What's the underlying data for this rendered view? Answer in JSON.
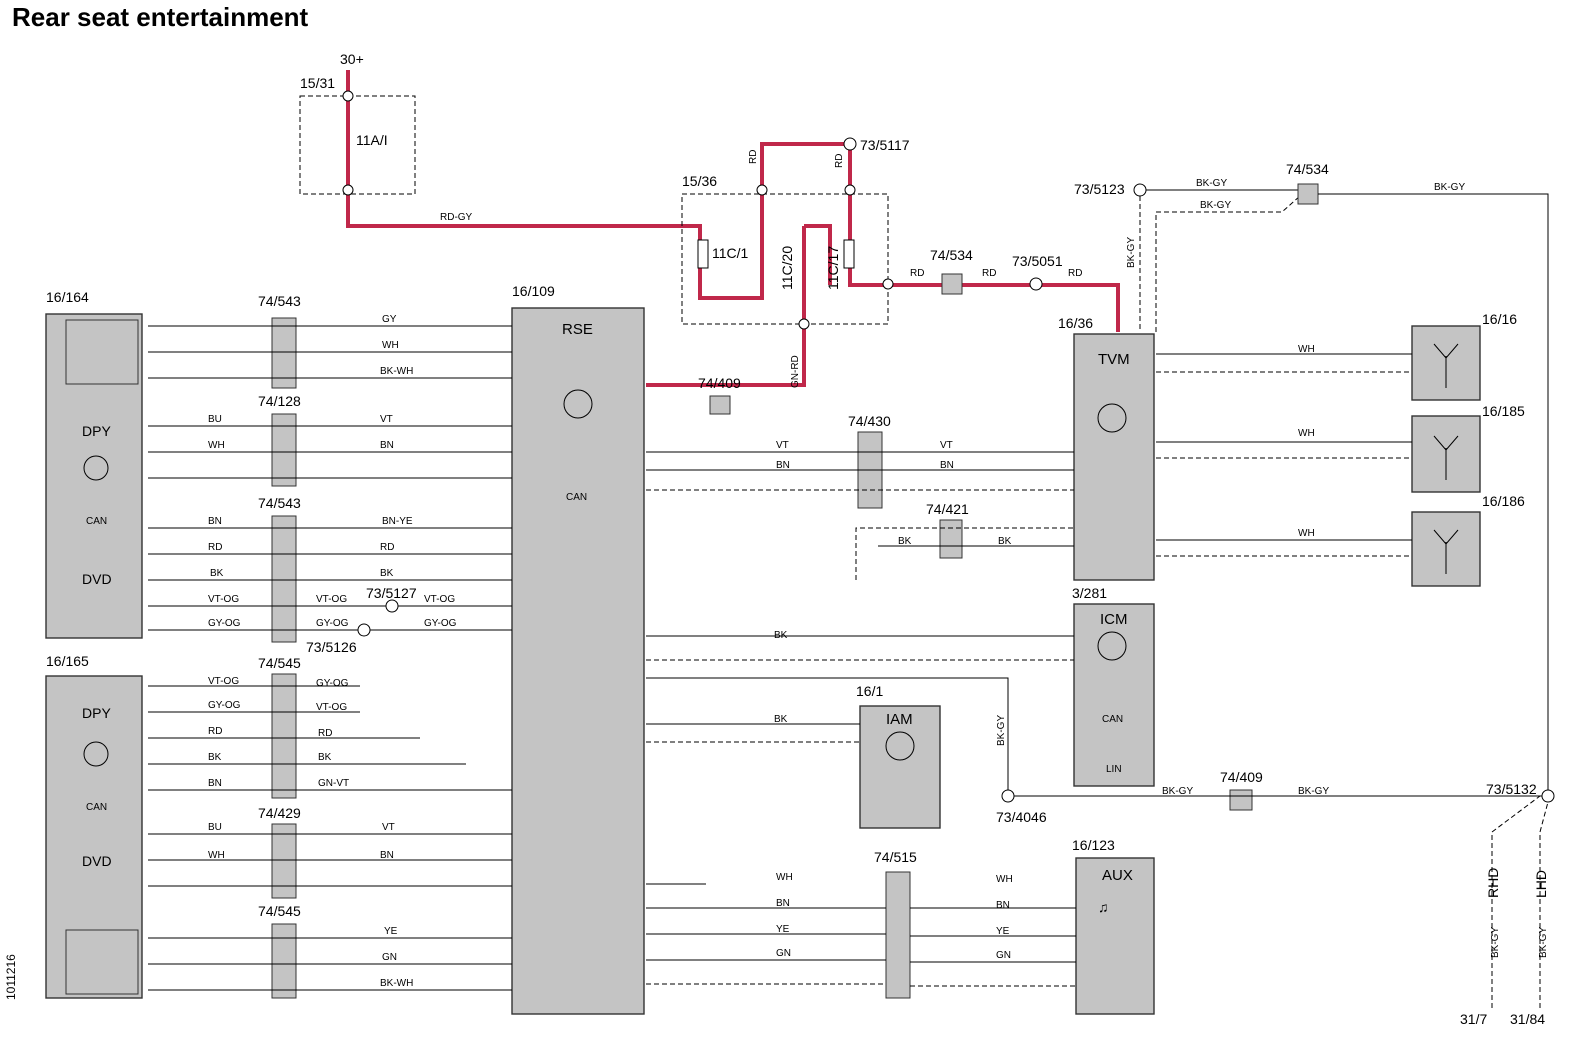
{
  "title": "Rear seat entertainment",
  "doc_number": "1011216",
  "power": {
    "supply": "30+",
    "fuse_box": "15/31",
    "fuse": "11A/I"
  },
  "relay_box": {
    "id": "15/36",
    "fuses": [
      "11C/1",
      "11C/20",
      "11C/17"
    ]
  },
  "connectors_top": {
    "c1": "73/5117",
    "c2": "74/534",
    "c3": "73/5051",
    "c4": "73/5123",
    "c5": "74/534",
    "c6": "74/409"
  },
  "modules": {
    "rse": {
      "id": "16/109",
      "name": "RSE",
      "can": "CAN"
    },
    "tvm": {
      "id": "16/36",
      "name": "TVM"
    },
    "icm": {
      "id": "3/281",
      "name": "ICM",
      "can": "CAN",
      "lin": "LIN"
    },
    "iam": {
      "id": "16/1",
      "name": "IAM"
    },
    "aux": {
      "id": "16/123",
      "name": "AUX"
    },
    "disp1": {
      "id": "16/164",
      "dpy": "DPY",
      "can": "CAN",
      "dvd": "DVD"
    },
    "disp2": {
      "id": "16/165",
      "dpy": "DPY",
      "can": "CAN",
      "dvd": "DVD"
    },
    "ant1": "16/16",
    "ant2": "16/185",
    "ant3": "16/186"
  },
  "conn_ids": {
    "k543a": "74/543",
    "k128": "74/128",
    "k543b": "74/543",
    "k5127": "73/5127",
    "k5126": "73/5126",
    "k545a": "74/545",
    "k429": "74/429",
    "k545b": "74/545",
    "k430": "74/430",
    "k421": "74/421",
    "k515": "74/515",
    "k409b": "74/409",
    "k4046": "73/4046",
    "k5132": "73/5132",
    "g317": "31/7",
    "g3184": "31/84"
  },
  "wire_colors": {
    "rdgy": "RD-GY",
    "gy": "GY",
    "wh": "WH",
    "bkwh": "BK-WH",
    "vt": "VT",
    "bn": "BN",
    "bu": "BU",
    "bnye": "BN-YE",
    "rd": "RD",
    "bk": "BK",
    "vtog": "VT-OG",
    "gyog": "GY-OG",
    "gnvt": "GN-VT",
    "ye": "YE",
    "gn": "GN",
    "bkgy": "BK-GY",
    "gnrd": "GN-RD"
  },
  "side_labels": {
    "rhd": "RHD",
    "lhd": "LHD"
  },
  "colors": {
    "power_wire": "#c0284a",
    "module_fill": "#c4c4c4"
  }
}
